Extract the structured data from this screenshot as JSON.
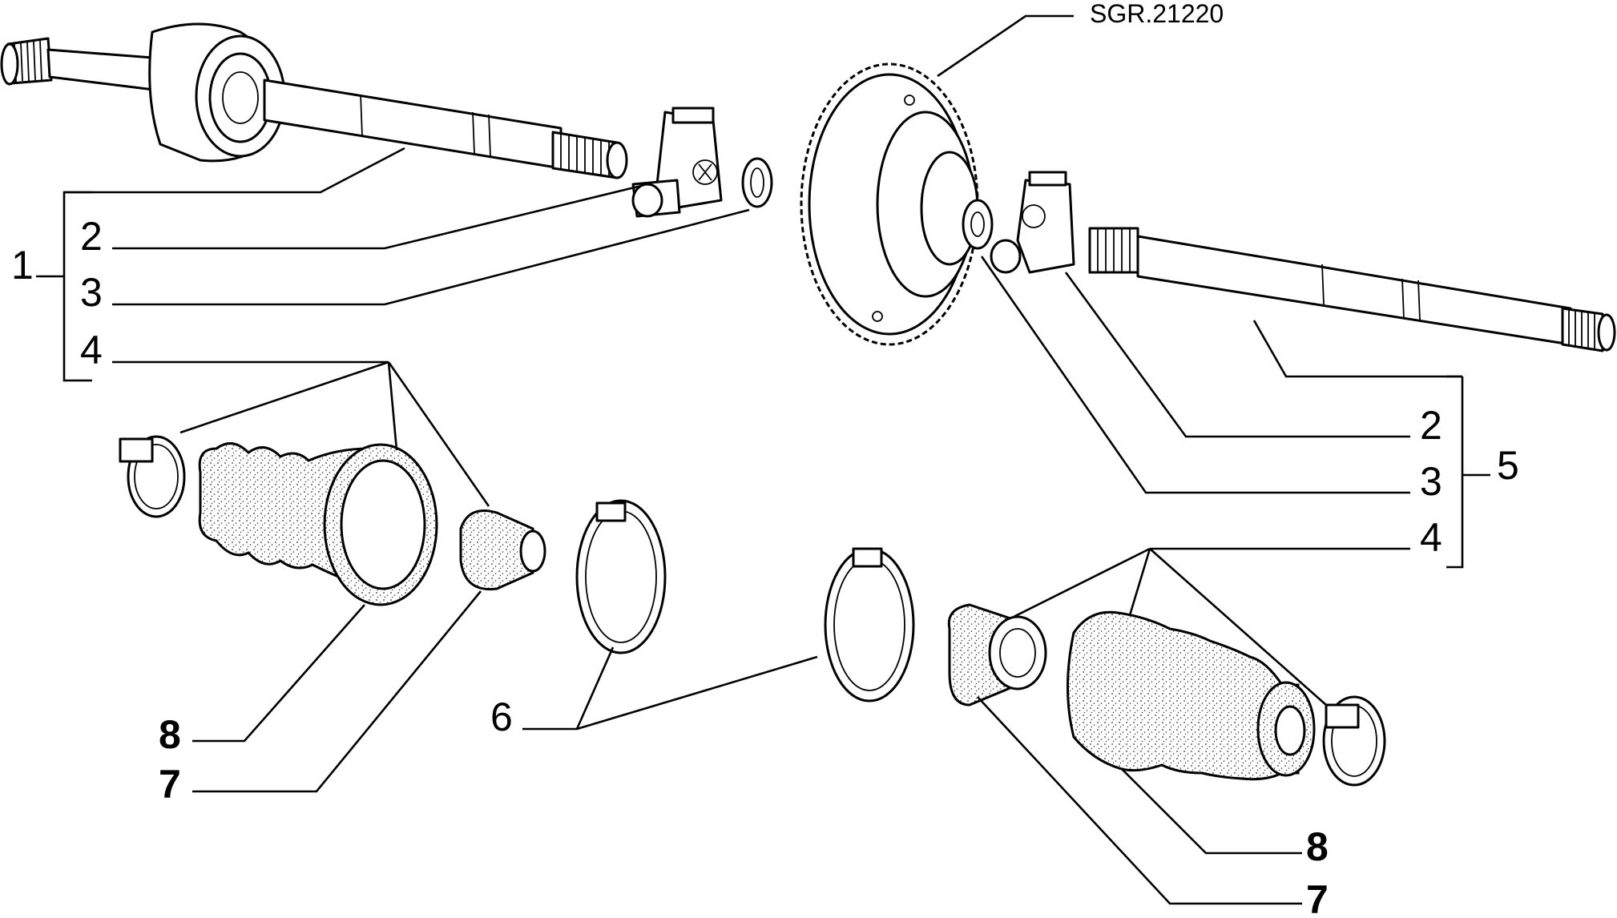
{
  "drawing_code": "SGR.21220",
  "callouts": {
    "left_group": "1",
    "left_2": "2",
    "left_3": "3",
    "left_4": "4",
    "right_group": "5",
    "right_2": "2",
    "right_3": "3",
    "right_4": "4",
    "clamp_6": "6",
    "left_8": "8",
    "left_7": "7",
    "right_8": "8",
    "right_7": "7"
  }
}
